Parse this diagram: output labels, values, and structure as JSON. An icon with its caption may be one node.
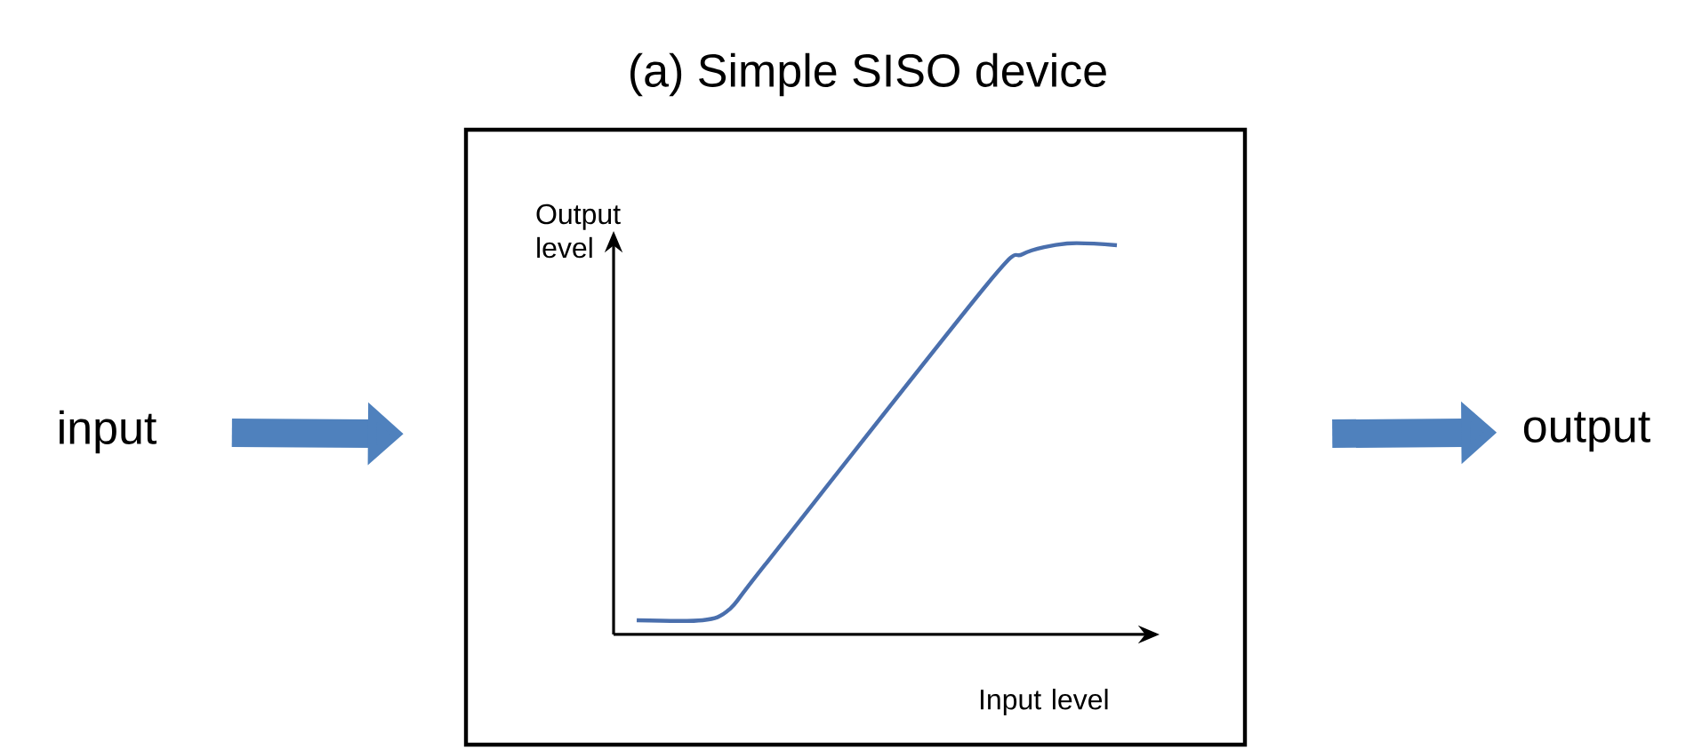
{
  "diagram": {
    "title": "(a) Simple SISO device",
    "nodes": [
      {
        "text": [
          "input"
        ]
      },
      {
        "text": [],
        "shape": "box"
      },
      {
        "text": [
          "output"
        ]
      }
    ],
    "edges": [
      {
        "from": 0,
        "to": 1,
        "arrow": "to"
      },
      {
        "from": 1,
        "to": 2,
        "arrow": "to"
      }
    ],
    "labels": [
      "Output level",
      "Input level"
    ]
  }
}
